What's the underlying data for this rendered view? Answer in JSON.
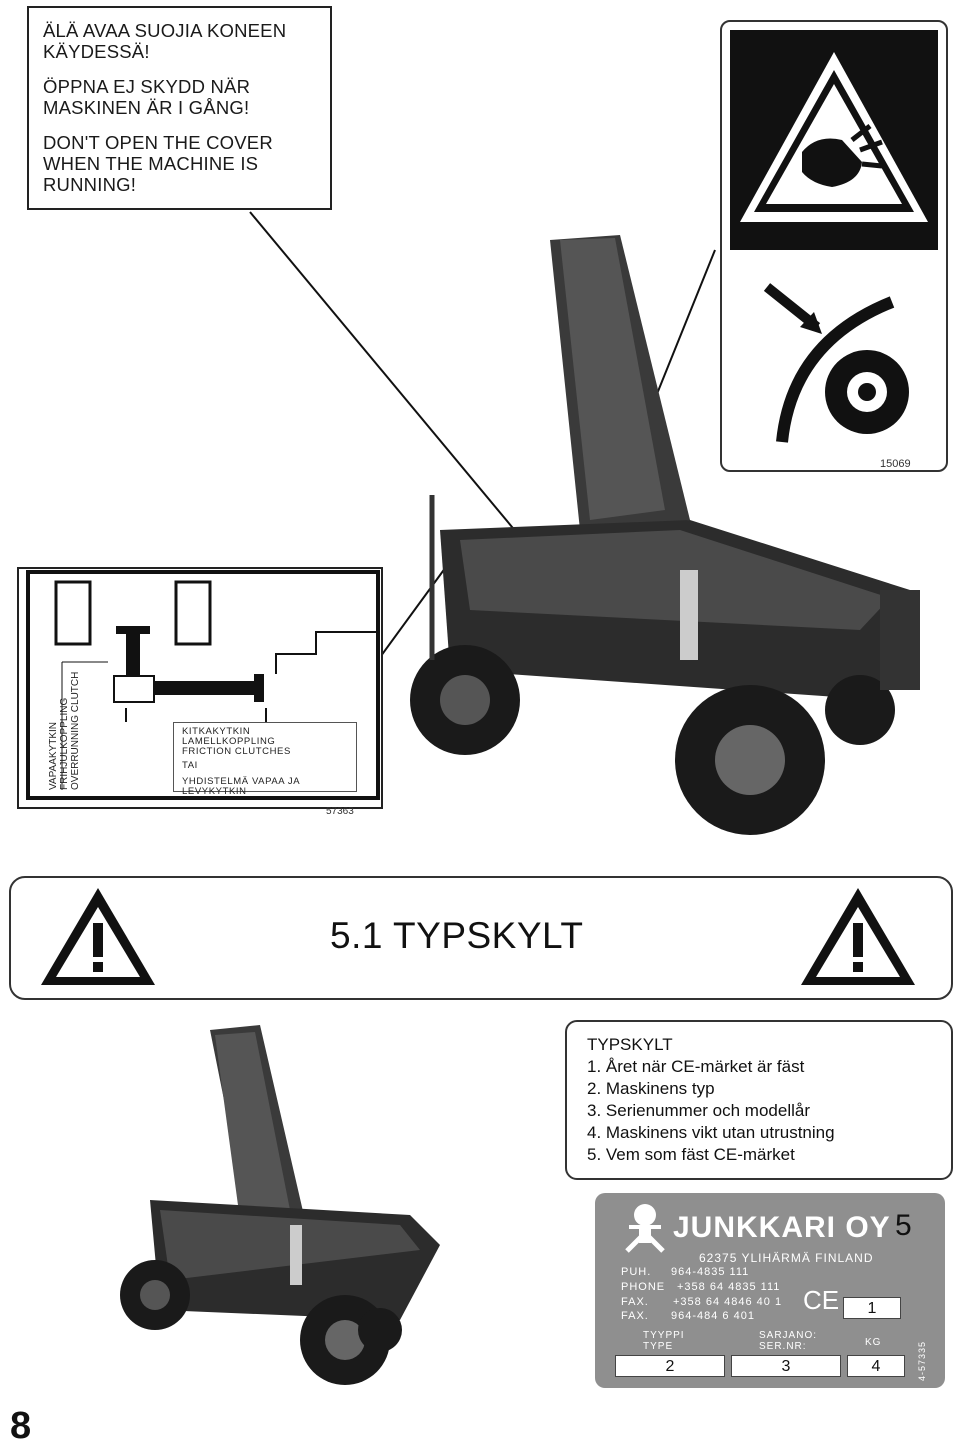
{
  "warning_box": {
    "lines_fi": "ÄLÄ AVAA SUOJIA KONEEN KÄYDESSÄ!",
    "lines_sv": "ÖPPNA EJ SKYDD NÄR MASKINEN ÄR I GÅNG!",
    "lines_en": "DON'T OPEN THE COVER WHEN THE MACHINE IS RUNNING!"
  },
  "pictogram": {
    "code": "15069",
    "icons": [
      "hand-cut-warning-icon",
      "rotating-blade-icon"
    ]
  },
  "clutch_decal": {
    "side_label_1": "VAPAAKYTKIN",
    "side_label_2": "FRIHJULKOPPLING",
    "side_label_3": "OVERRUNNING CLUTCH",
    "text_1": "KITKAKYTKIN",
    "text_2": "LAMELLKOPPLING",
    "text_3": "FRICTION CLUTCHES",
    "text_4": "TAI",
    "text_5": "YHDISTELMÄ VAPAA JA",
    "text_6": "LEVYKYTKIN",
    "code": "57363"
  },
  "section": {
    "title": "5.1 TYPSKYLT",
    "icon": "warning-triangle-icon"
  },
  "list": {
    "heading": "TYPSKYLT",
    "items": [
      "1. Året när CE-märket är fäst",
      "2. Maskinens typ",
      "3. Serienummer och modellår",
      "4. Maskinens vikt utan utrustning",
      "5. Vem som fäst CE-märket"
    ]
  },
  "type_plate": {
    "brand": "JUNKKARI OY",
    "brand_mark": "5",
    "address": "62375 YLIHÄRMÄ FINLAND",
    "puh_label": "PUH.",
    "puh": "964-4835 111",
    "phone_label": "PHONE",
    "phone": "+358 64 4835 111",
    "fax1_label": "FAX.",
    "fax1": "+358 64 4846 40 1",
    "fax2_label": "FAX.",
    "fax2": "964-484 6 401",
    "ce": "CE",
    "field_1": "1",
    "type_label_1": "TYYPPI",
    "type_label_2": "TYPE",
    "ser_label_1": "SARJANO:",
    "ser_label_2": "SER.NR:",
    "kg_label": "KG",
    "field_2": "2",
    "field_3": "3",
    "field_4": "4",
    "side_code": "4-57335"
  },
  "page_number": "8"
}
